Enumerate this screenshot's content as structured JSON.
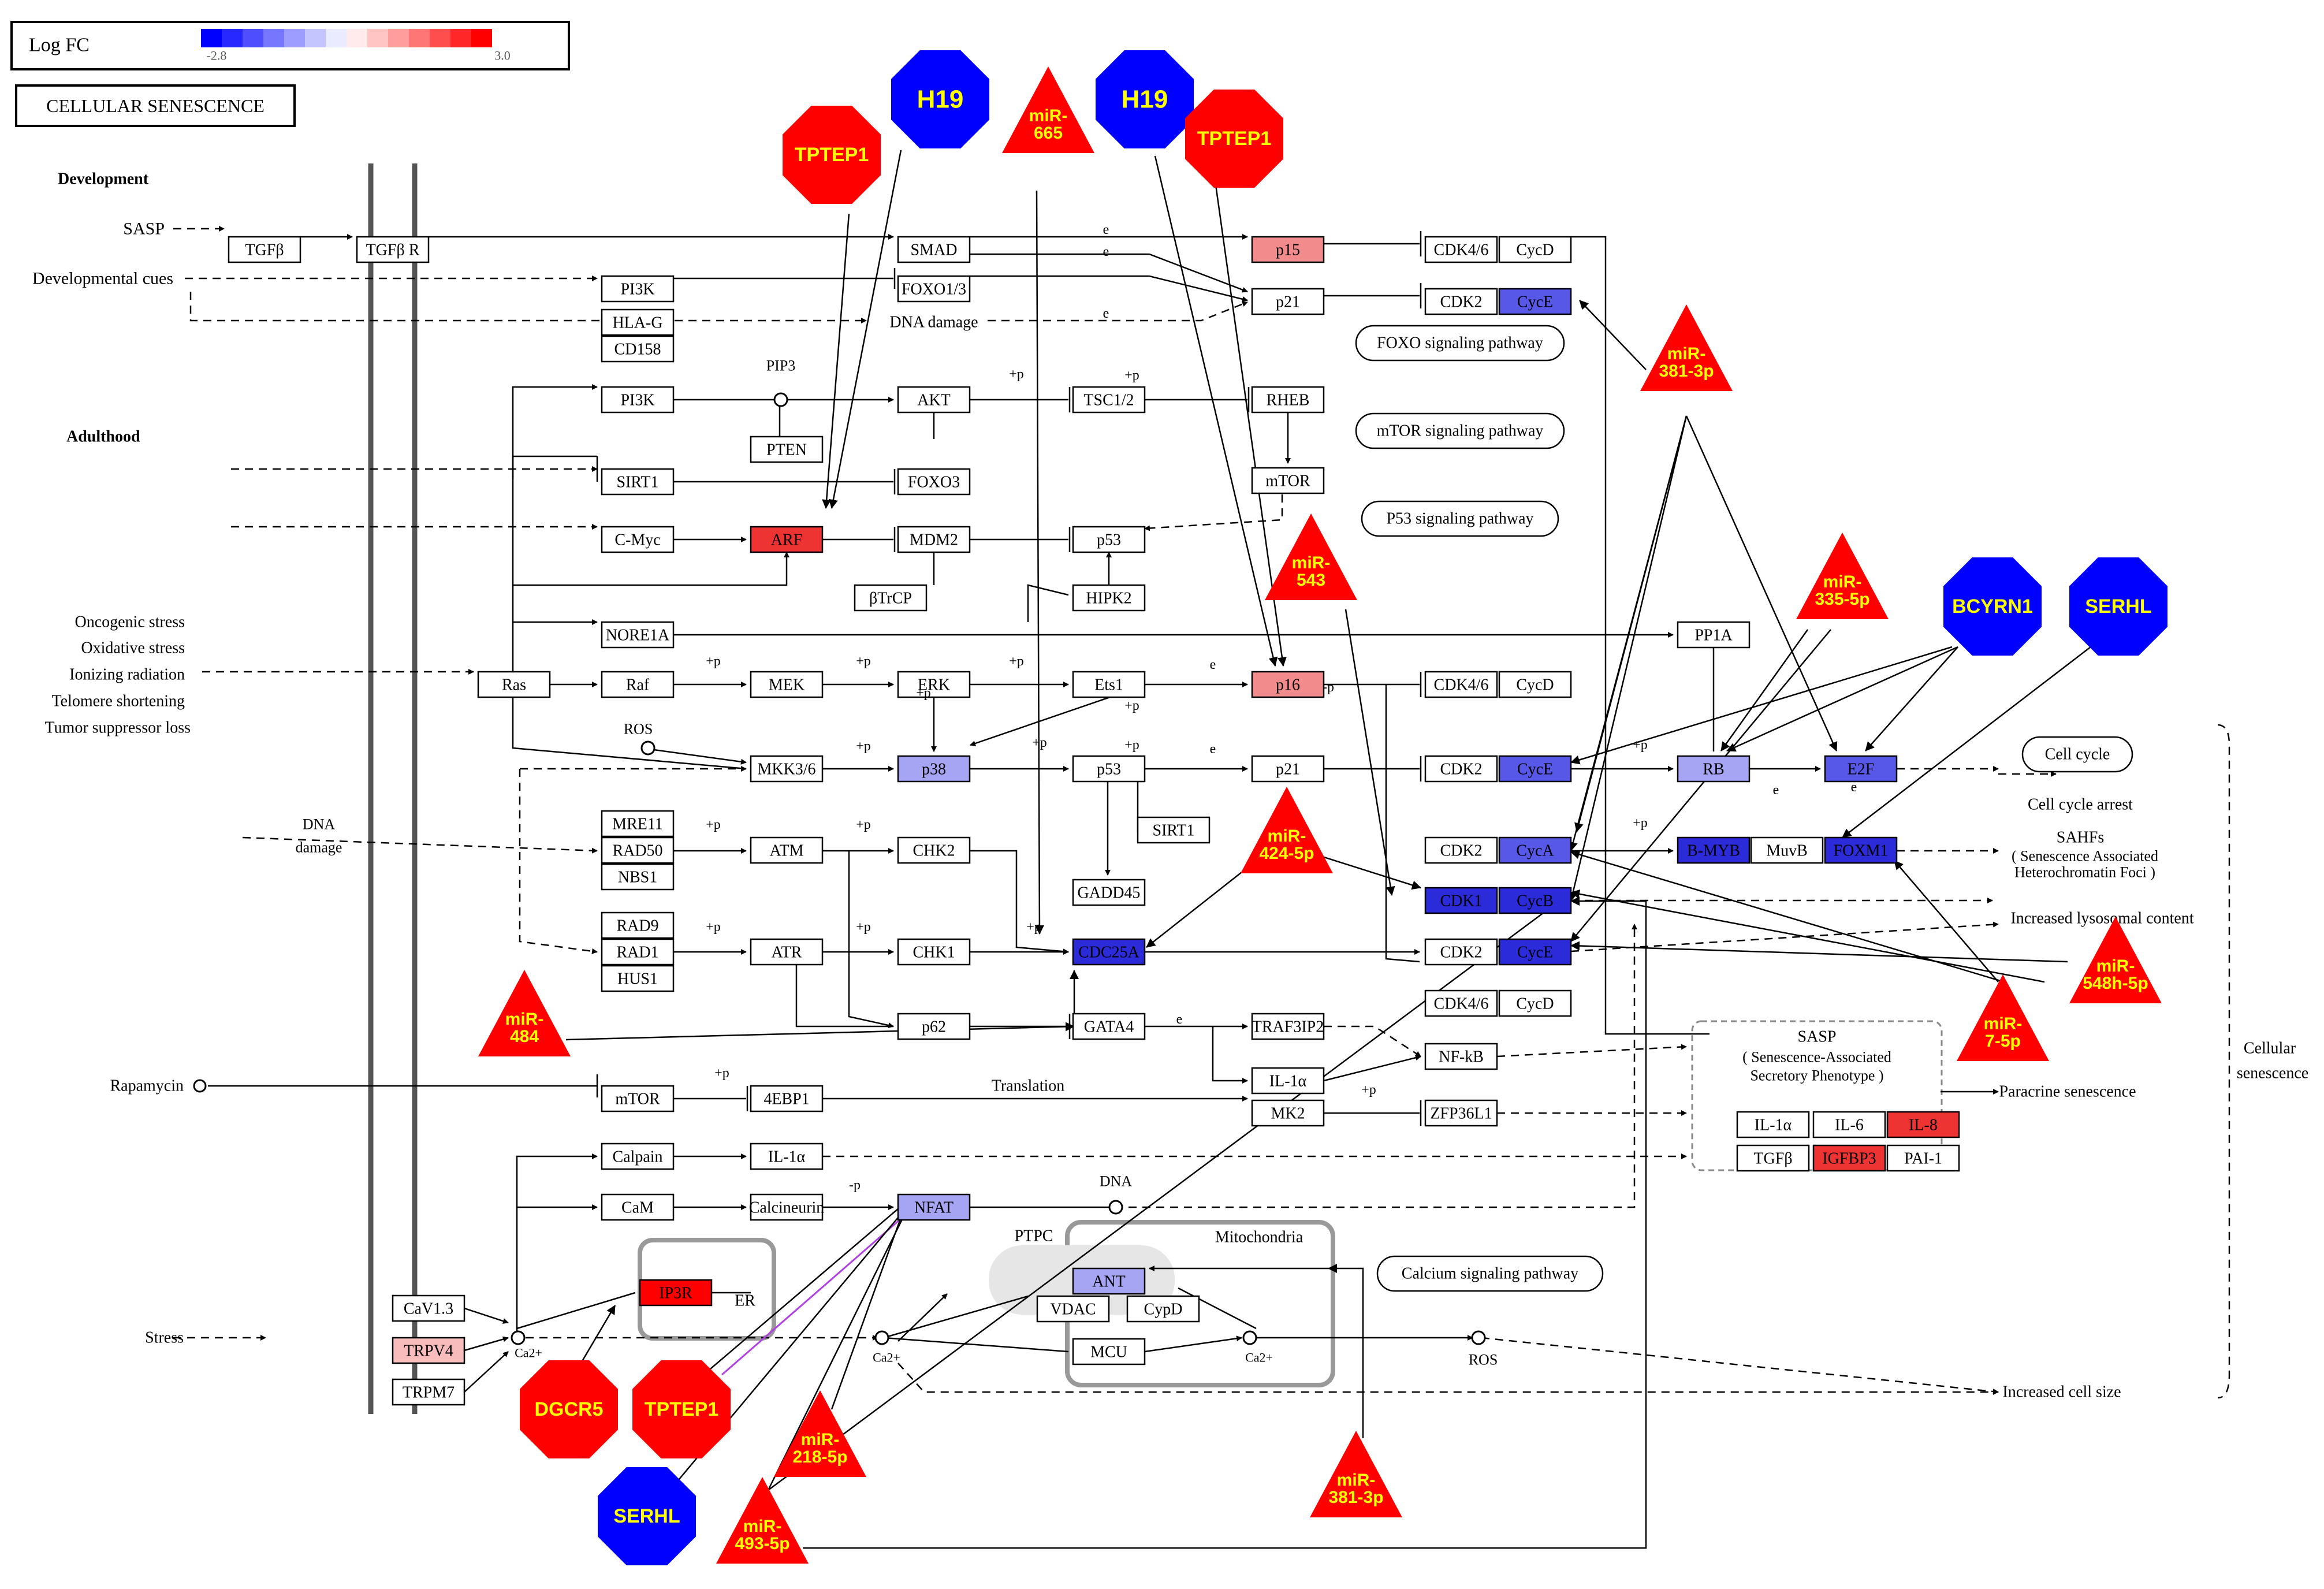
{
  "legend": {
    "label": "Log FC",
    "min_label": "-2.8",
    "max_label": "3.0",
    "min_value": -2.8,
    "max_value": 3.0,
    "low_color": "#0000ff",
    "mid_color": "#ffffff",
    "high_color": "#ff0000"
  },
  "pathway_title": "CELLULAR SENESCENCE",
  "colors": {
    "line": "#000000",
    "rail": "#555555",
    "mirna_fill": "#ff0000",
    "gene_fill": "#0000ff",
    "node_label_text": "#ffff00",
    "strong_up": "#ee3333",
    "up": "#f28c8c",
    "weak_up": "#f8bcbc",
    "strong_down": "#2b2bd9",
    "down": "#5858e8",
    "weak_down": "#a5a5f4",
    "ip3r": "#ff0000",
    "violet_link": "#b040e0"
  },
  "section_labels": [
    "Development",
    "Adulthood"
  ],
  "stimuli": [
    "SASP",
    "Developmental cues",
    "Oncogenic stress",
    "Oxidative stress",
    "Ionizing radiation",
    "Telomere shortening",
    "Tumor suppressor loss",
    "DNA",
    "damage",
    "Rapamycin",
    "Stress"
  ],
  "genes": [
    "TGFβ",
    "TGFβ R",
    "SMAD",
    "FOXO1/3",
    "p15",
    "p21",
    "CDK4/6",
    "CycD",
    "CDK2",
    "CycE",
    "PI3K",
    "HLA-G",
    "CD158",
    "AKT",
    "TSC1/2",
    "RHEB",
    "mTOR",
    "PTEN",
    "SIRT1",
    "FOXO3",
    "C-Myc",
    "ARF",
    "MDM2",
    "p53",
    "βTrCP",
    "HIPK2",
    "NORE1A",
    "PP1A",
    "Ras",
    "Raf",
    "MEK",
    "ERK",
    "Ets1",
    "p16",
    "MKK3/6",
    "p38",
    "RB",
    "E2F",
    "MRE11",
    "RAD50",
    "NBS1",
    "ATM",
    "CHK2",
    "SIRT1",
    "GADD45",
    "CycA",
    "B-MYB",
    "MuvB",
    "FOXM1",
    "CDK1",
    "CycB",
    "RAD9",
    "RAD1",
    "HUS1",
    "ATR",
    "CHK1",
    "CDC25A",
    "p62",
    "GATA4",
    "TRAF3IP2",
    "NF-kB",
    "IL-1α",
    "MK2",
    "ZFP36L1",
    "4EBP1",
    "IL-6",
    "IL-8",
    "IGFBP3",
    "PAI-1",
    "Calpain",
    "CaM",
    "Calcineurin",
    "NFAT",
    "ANT",
    "VDAC",
    "CypD",
    "MCU",
    "CaV1.3",
    "TRPV4",
    "TRPM7",
    "IP3R",
    "PIP3",
    "ROS",
    "Ca2+"
  ],
  "edge_labels": [
    "e",
    "+p",
    "-p",
    "Translation"
  ],
  "pathway_refs": [
    "FOXO signaling pathway",
    "mTOR signaling pathway",
    "P53 signaling pathway",
    "Cell cycle",
    "Calcium signaling pathway"
  ],
  "outcomes": [
    "Cell cycle arrest",
    "SAHFs",
    "( Senescence Associated",
    "Heterochromatin Foci )",
    "Increased lysosomal content",
    "Paracrine senescence",
    "Increased cell size",
    "Cellular",
    "senescence",
    "DNA damage",
    "DNA",
    "ROS"
  ],
  "compartments": [
    "ER",
    "Mitochondria",
    "PTPC"
  ],
  "sasp_box": [
    "SASP",
    "( Senescence-Associated",
    "Secretory Phenotype )"
  ],
  "regulators": [
    "TPTEP1",
    "H19",
    "miR-665",
    "H19",
    "TPTEP1",
    "miR-381-3p",
    "miR-543",
    "miR-335-5p",
    "BCYRN1",
    "SERHL",
    "miR-424-5p",
    "miR-484",
    "miR-548h-5p",
    "miR-7-5p",
    "DGCR5",
    "TPTEP1",
    "miR-218-5p",
    "SERHL",
    "miR-493-5p",
    "miR-381-3p"
  ]
}
